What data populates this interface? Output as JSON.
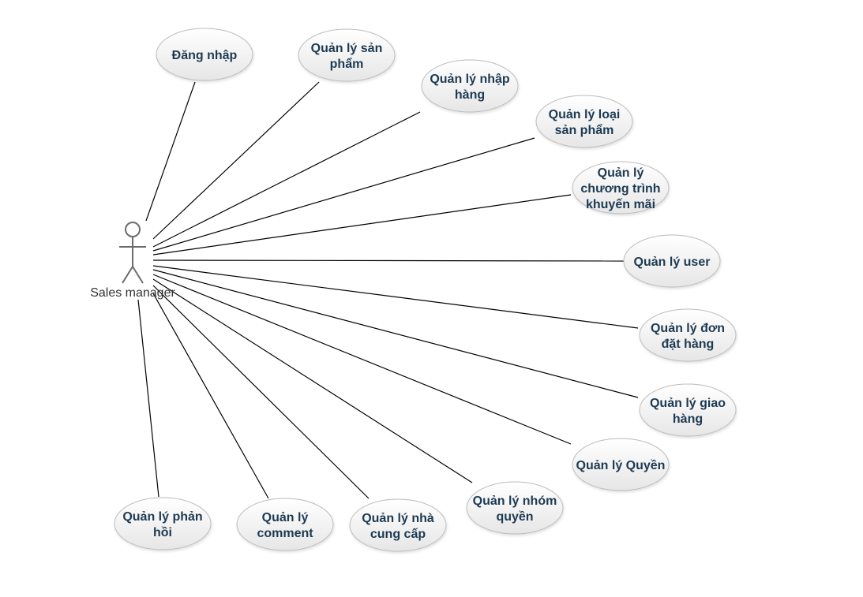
{
  "diagram": {
    "actor": {
      "name": "Sales manager"
    },
    "use_cases": [
      {
        "id": "dang-nhap",
        "lines": [
          "Đăng nhập"
        ]
      },
      {
        "id": "quan-ly-san-pham",
        "lines": [
          "Quản lý sản",
          "phẩm"
        ]
      },
      {
        "id": "quan-ly-nhap-hang",
        "lines": [
          "Quản lý nhập",
          "hàng"
        ]
      },
      {
        "id": "quan-ly-loai-san-pham",
        "lines": [
          "Quản lý loại",
          "sản phẩm"
        ]
      },
      {
        "id": "quan-ly-chuong-trinh-khuyen-mai",
        "lines": [
          "Quản lý",
          "chương trình",
          "khuyến mãi"
        ]
      },
      {
        "id": "quan-ly-user",
        "lines": [
          "Quản lý user"
        ]
      },
      {
        "id": "quan-ly-don-dat-hang",
        "lines": [
          "Quản lý đơn",
          "đặt hàng"
        ]
      },
      {
        "id": "quan-ly-giao-hang",
        "lines": [
          "Quản lý giao",
          "hàng"
        ]
      },
      {
        "id": "quan-ly-quyen",
        "lines": [
          "Quản lý Quyền"
        ]
      },
      {
        "id": "quan-ly-nhom-quyen",
        "lines": [
          "Quản lý nhóm",
          "quyền"
        ]
      },
      {
        "id": "quan-ly-nha-cung-cap",
        "lines": [
          "Quản lý nhà",
          "cung cấp"
        ]
      },
      {
        "id": "quan-ly-comment",
        "lines": [
          "Quản lý",
          "comment"
        ]
      },
      {
        "id": "quan-ly-phan-hoi",
        "lines": [
          "Quản lý phản",
          "hồi"
        ]
      }
    ],
    "colors": {
      "line": "#000000",
      "ellipse_border": "#bdbdbd",
      "ellipse_fill_top": "#ffffff",
      "ellipse_fill_bottom": "#e6e6e6",
      "text": "#1d3a52",
      "actor": "#6b6b6b"
    }
  }
}
